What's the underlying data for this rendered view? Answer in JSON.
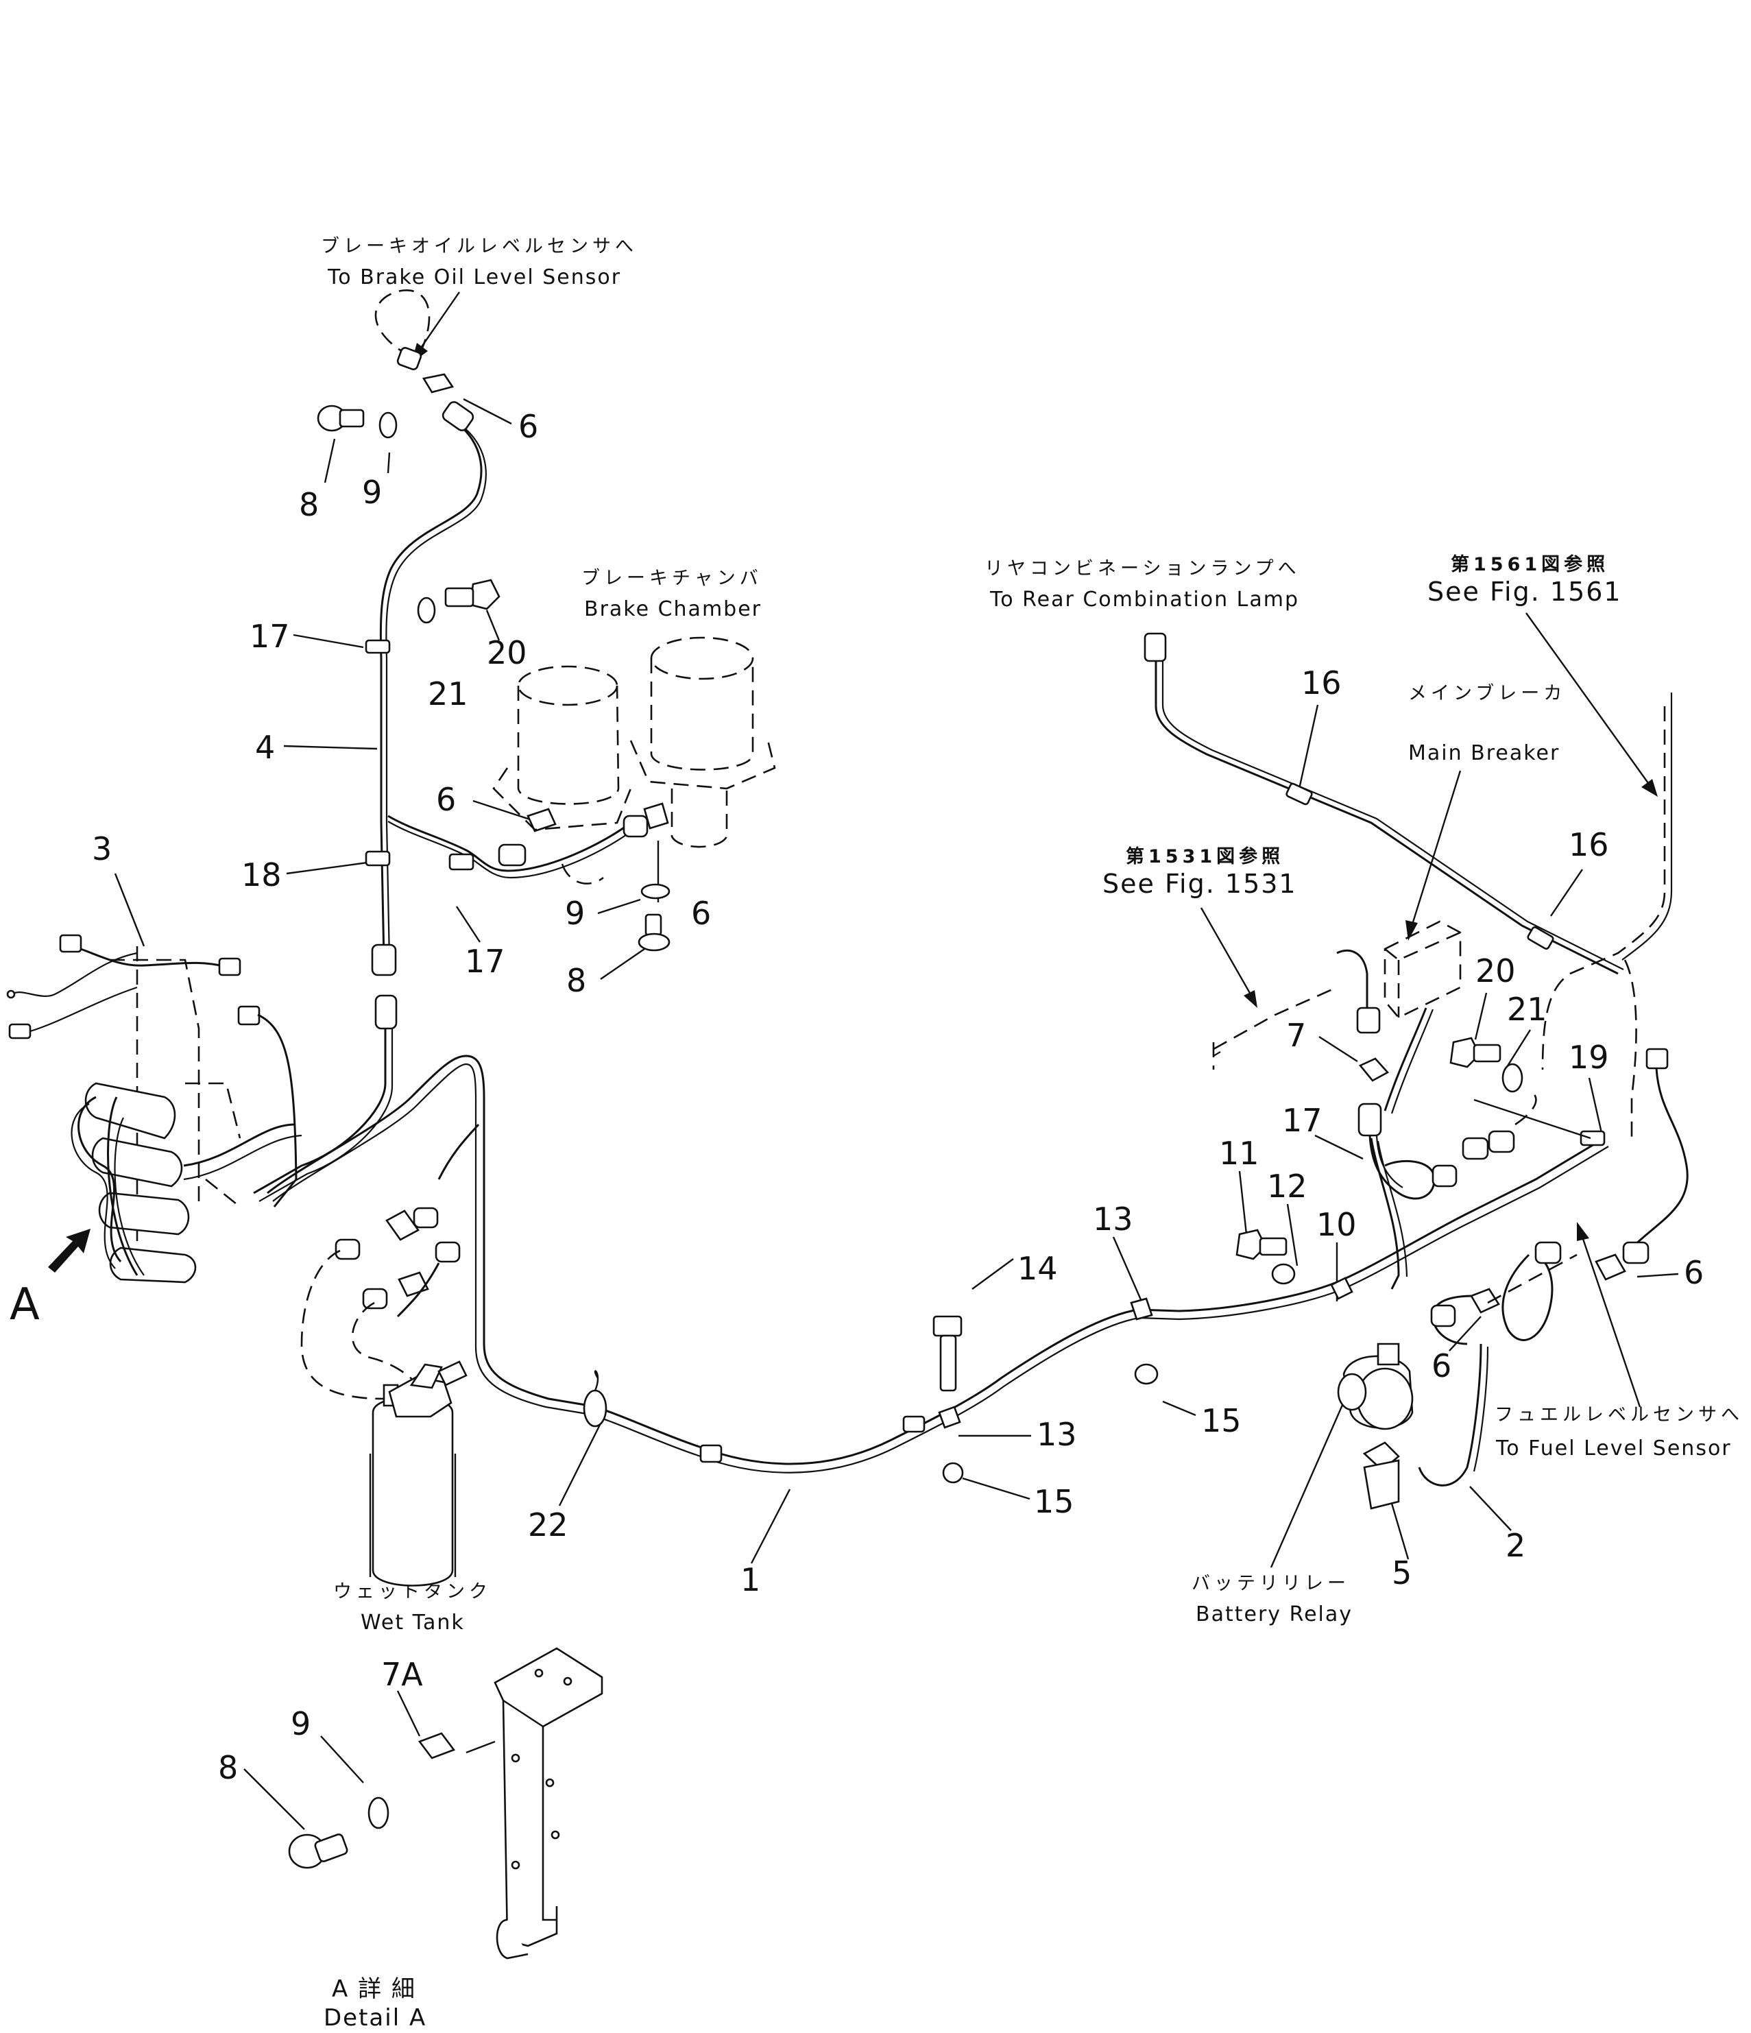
{
  "labels": {
    "brake_oil_jp": "ブレーキオイルレベルセンサへ",
    "brake_oil_en": "To Brake Oil Level Sensor",
    "brake_chamber_jp": "ブレーキチャンバ",
    "brake_chamber_en": "Brake Chamber",
    "rear_lamp_jp": "リヤコンビネーションランプへ",
    "rear_lamp_en": "To Rear Combination Lamp",
    "fig1561_jp": "第1561図参照",
    "fig1561_en": "See Fig. 1561",
    "main_breaker_jp": "メインブレーカ",
    "main_breaker_en": "Main Breaker",
    "fig1531_jp": "第1531図参照",
    "fig1531_en": "See Fig. 1531",
    "fuel_level_jp": "フュエルレベルセンサへ",
    "fuel_level_en": "To Fuel Level Sensor",
    "battery_relay_jp": "バッテリリレー",
    "battery_relay_en": "Battery Relay",
    "wet_tank_jp": "ウェットタンク",
    "wet_tank_en": "Wet Tank",
    "detail_a_jp": "A 詳 細",
    "detail_a_en": "Detail A",
    "view_a": "A"
  },
  "callouts": {
    "c6_top": "6",
    "c8_top": "8",
    "c9_top": "9",
    "c17_a": "17",
    "c20_a": "20",
    "c21_a": "21",
    "c4": "4",
    "c6_b": "6",
    "c18": "18",
    "c17_b": "17",
    "c9_b": "9",
    "c6_c": "6",
    "c8_b": "8",
    "c3": "3",
    "c16_a": "16",
    "c16_b": "16",
    "c20_b": "20",
    "c21_b": "21",
    "c7": "7",
    "c19": "19",
    "c17_c": "17",
    "c11": "11",
    "c12": "12",
    "c10": "10",
    "c13_a": "13",
    "c14": "14",
    "c6_d": "6",
    "c6_e": "6",
    "c15_a": "15",
    "c13_b": "13",
    "c15_b": "15",
    "c22": "22",
    "c1": "1",
    "c5": "5",
    "c2": "2",
    "c7a": "7A",
    "c9_c": "9",
    "c8_c": "8"
  }
}
